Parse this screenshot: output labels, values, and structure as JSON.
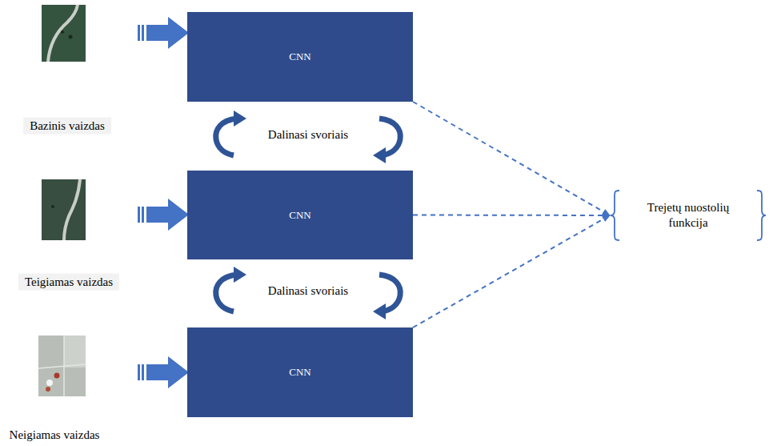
{
  "diagram": {
    "nodes": [
      {
        "text": [
          "CNN"
        ]
      },
      {
        "text": [
          "CNN"
        ]
      },
      {
        "text": [
          "CNN"
        ]
      },
      {
        "text": [
          "Trejetų nuostolių funkcija"
        ]
      }
    ],
    "edges": [
      {
        "from": 0,
        "to": 3,
        "arrow": "to"
      },
      {
        "from": 1,
        "to": 3,
        "arrow": "to"
      },
      {
        "from": 2,
        "to": 3,
        "arrow": "to"
      }
    ],
    "labels": [
      "Bazinis vaizdas",
      "Teigiamas vaizdas",
      "Neigiamas vaizdas",
      "Dalinasi svoriais",
      "Dalinasi svoriais"
    ]
  }
}
